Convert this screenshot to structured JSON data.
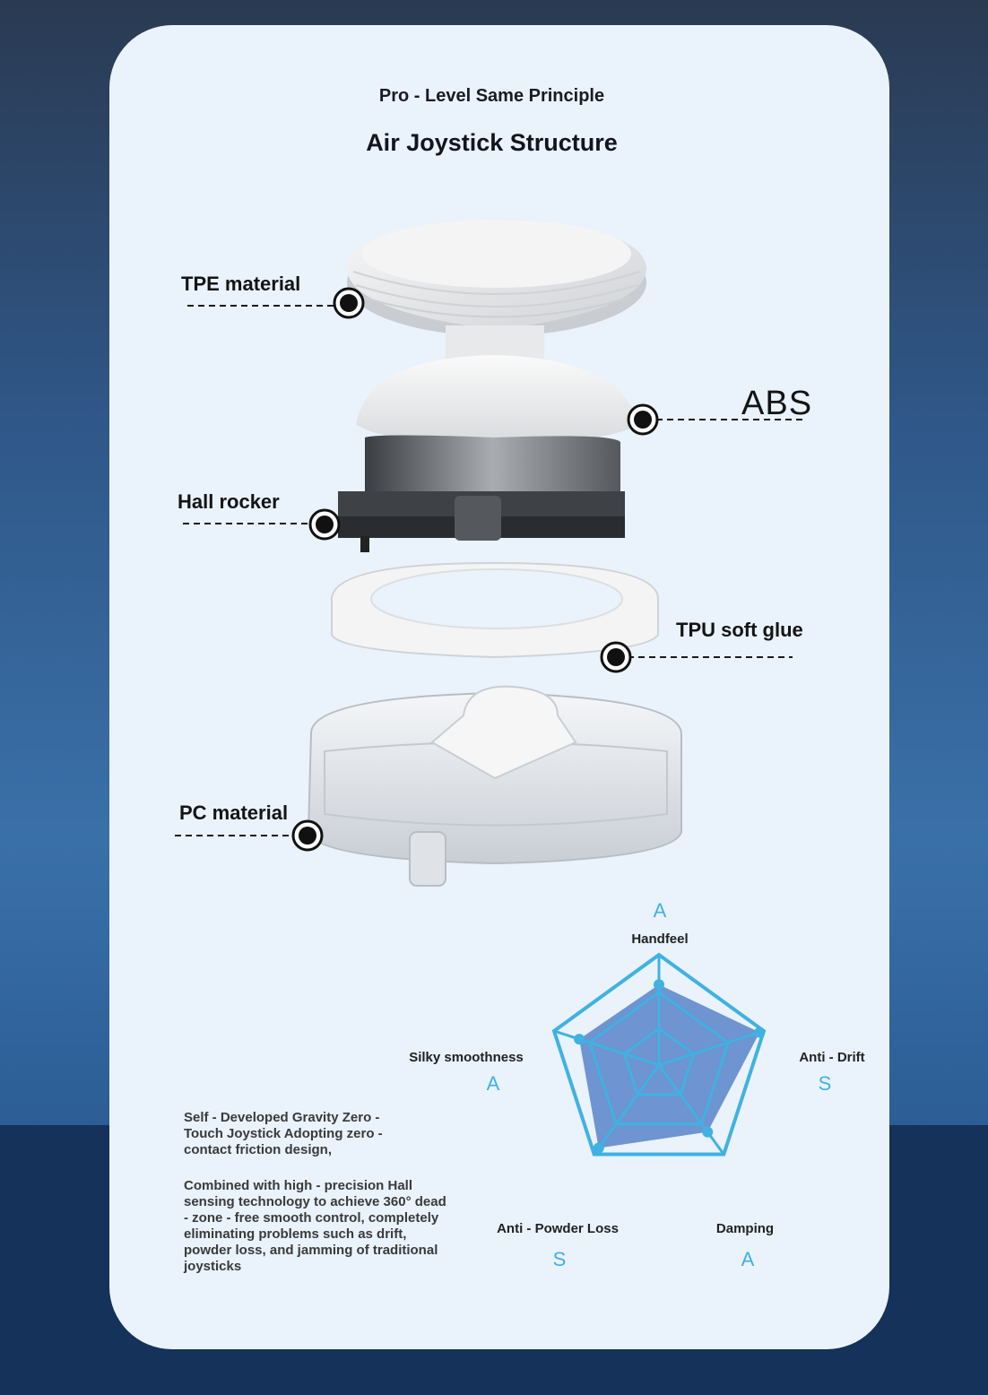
{
  "header": {
    "subtitle": "Pro - Level Same Principle",
    "title": "Air Joystick Structure"
  },
  "callouts": {
    "tpe": "TPE material",
    "abs": "ABS",
    "hall": "Hall rocker",
    "tpu": "TPU soft glue",
    "pc": "PC material"
  },
  "description": {
    "paragraph1": "Self - Developed Gravity Zero - Touch Joystick Adopting zero - contact friction design,",
    "paragraph2": "Combined with high - precision Hall sensing technology to achieve 360° dead - zone - free smooth control, completely eliminating problems such as drift, powder loss, and jamming of traditional joysticks"
  },
  "radar": {
    "axes": [
      {
        "label": "Handfeel",
        "grade": "A",
        "value": 0.73
      },
      {
        "label": "Anti - Drift",
        "grade": "S",
        "value": 0.96
      },
      {
        "label": "Damping",
        "grade": "A",
        "value": 0.75
      },
      {
        "label": "Anti - Powder Loss",
        "grade": "S",
        "value": 0.93
      },
      {
        "label": "Silky smoothness",
        "grade": "A",
        "value": 0.76
      }
    ],
    "colors": {
      "outline": "#3fb2e2",
      "fill": "#3f6fc0",
      "grade": "#3fb2e2"
    }
  }
}
